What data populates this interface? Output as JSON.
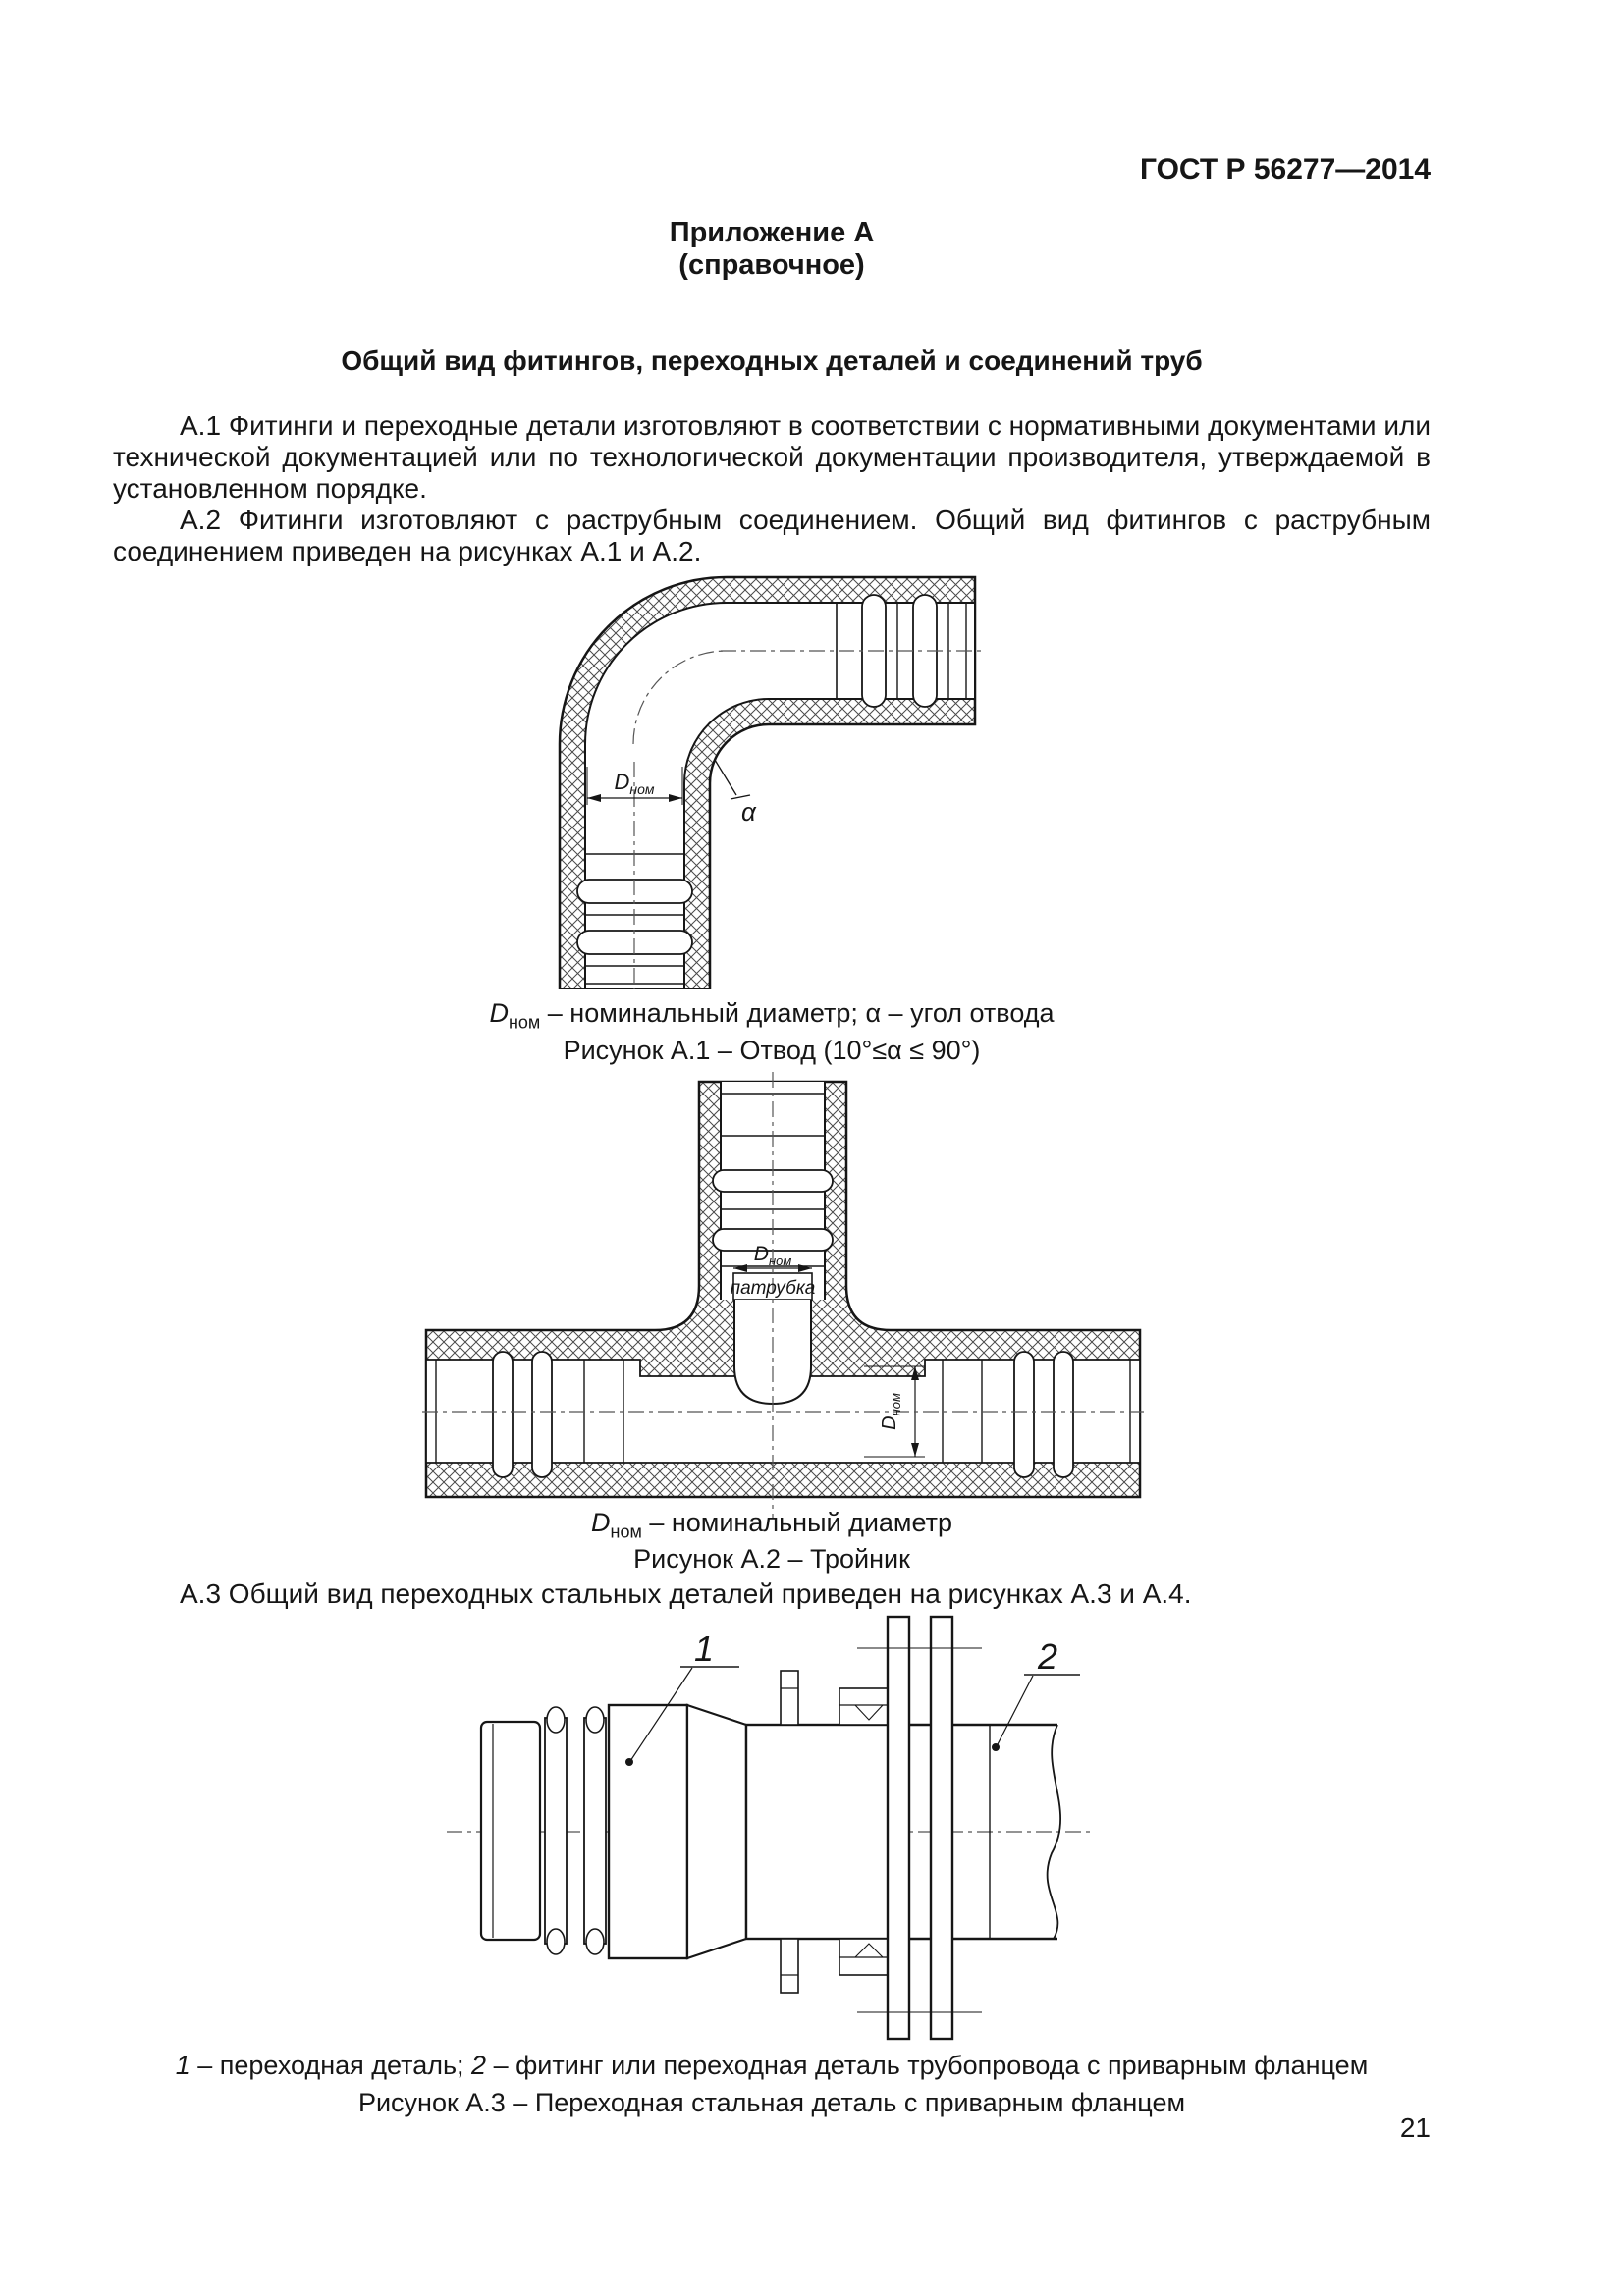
{
  "header": {
    "standard": "ГОСТ Р 56277—2014"
  },
  "appendix": {
    "title": "Приложение А",
    "subtitle": "(справочное)"
  },
  "section_title": "Общий вид фитингов, переходных деталей и соединений труб",
  "paragraphs": {
    "a1": "А.1 Фитинги и переходные детали изготовляют в соответствии с нормативными документами или технической документацией или по технологической документации производителя, утверждаемой в установленном порядке.",
    "a2": "А.2 Фитинги изготовляют с раструбным соединением. Общий вид фитингов с раструбным соединением приведен на рисунках А.1 и А.2.",
    "a3": "А.3 Общий вид переходных стальных деталей приведен на рисунках А.3 и А.4."
  },
  "figure_a1": {
    "legend_d": "D",
    "legend_d_sub": "ном",
    "legend_rest": " – номинальный диаметр; α – угол отвода",
    "caption": "Рисунок А.1 – Отвод (10°≤α ≤ 90°)",
    "labels": {
      "d": "D",
      "d_sub": "ном",
      "alpha": "α"
    }
  },
  "figure_a2": {
    "legend_d": "D",
    "legend_d_sub": "ном",
    "legend_rest": " – номинальный диаметр",
    "caption": "Рисунок А.2 – Тройник",
    "labels": {
      "d": "D",
      "d_sub": "ном",
      "patrubka": "патрубка",
      "d2": "D",
      "d2_sub": "ном"
    }
  },
  "figure_a3": {
    "legend_item1_num": "1",
    "legend_item1": " – переходная деталь; ",
    "legend_item2_num": "2",
    "legend_item2": " – фитинг или переходная деталь трубопровода с приварным фланцем",
    "caption": "Рисунок А.3 – Переходная стальная деталь с приварным фланцем",
    "labels": {
      "callout1": "1",
      "callout2": "2"
    }
  },
  "footer": {
    "page_number": "21"
  }
}
